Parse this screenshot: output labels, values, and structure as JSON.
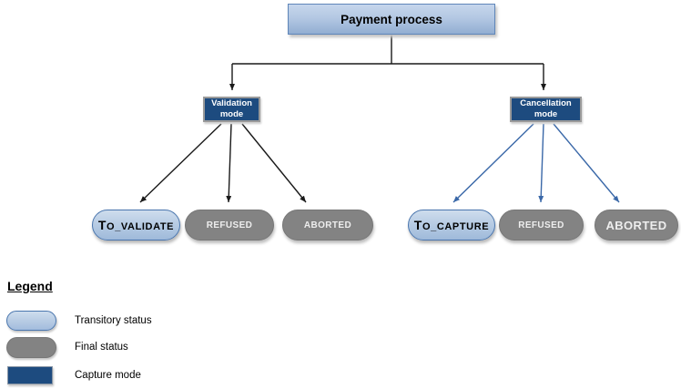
{
  "diagram": {
    "root_label": "Payment process",
    "branches": [
      {
        "mode_label": "Validation mode",
        "arrow_color": "#1a1a1a",
        "statuses": [
          {
            "label": "TO_VALIDATE",
            "type": "transitory"
          },
          {
            "label": "REFUSED",
            "type": "final"
          },
          {
            "label": "ABORTED",
            "type": "final"
          }
        ]
      },
      {
        "mode_label": "Cancellation mode",
        "arrow_color": "#3a68a8",
        "statuses": [
          {
            "label": "TO_CAPTURE",
            "type": "transitory"
          },
          {
            "label": "REFUSED",
            "type": "final"
          },
          {
            "label": "ABORTED",
            "type": "final"
          }
        ]
      }
    ]
  },
  "legend": {
    "title": "Legend",
    "items": [
      {
        "label": "Transitory status",
        "swatch": "transitory"
      },
      {
        "label": "Final status",
        "swatch": "final"
      },
      {
        "label": "Capture mode",
        "swatch": "capture"
      }
    ]
  },
  "colors": {
    "transitory_fill": "#b8cce4",
    "transitory_border": "#4a76ae",
    "final_fill": "#838383",
    "capture_fill": "#1d4b7f",
    "connector_black": "#1a1a1a",
    "connector_blue": "#3a68a8"
  }
}
